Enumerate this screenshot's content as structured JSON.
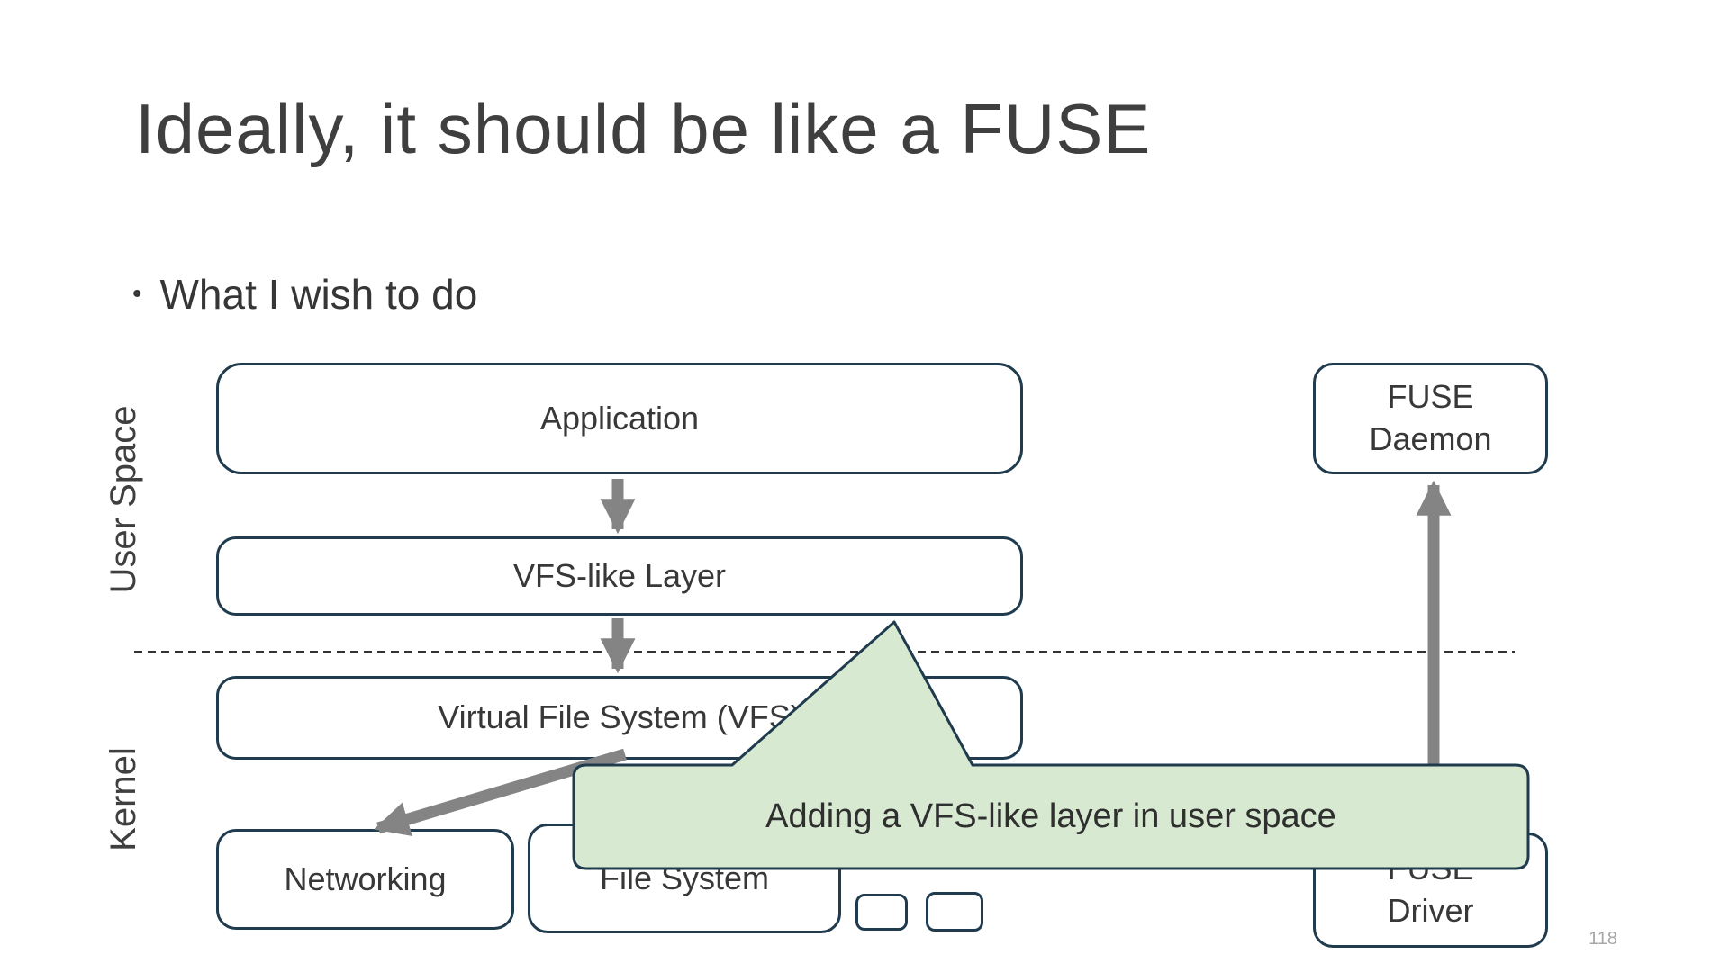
{
  "slide": {
    "title": "Ideally, it should be like a FUSE",
    "bullet_marker": "•",
    "bullet": "What I wish to do",
    "page_number": "118"
  },
  "labels": {
    "user_space": "User Space",
    "kernel": "Kernel"
  },
  "diagram": {
    "boxes": {
      "application": "Application",
      "vfs_like_layer": "VFS-like Layer",
      "vfs": "Virtual File System (VFS)",
      "networking": "Networking",
      "file_system": "File System",
      "fuse_daemon": "FUSE\nDaemon",
      "fuse_driver": "FUSE\nDriver"
    },
    "callout": {
      "text": "Adding a VFS-like layer in user space"
    },
    "arrows": [
      {
        "name": "application-to-vfs-like-layer",
        "direction": "down"
      },
      {
        "name": "vfs-like-layer-to-vfs",
        "direction": "down"
      },
      {
        "name": "vfs-to-networking",
        "direction": "down-left"
      },
      {
        "name": "fuse-driver-to-fuse-daemon",
        "direction": "up"
      }
    ],
    "colors": {
      "box_border": "#1f3b4d",
      "box_fill": "#ffffff",
      "callout_fill": "#d7e9d0",
      "arrow": "#848484",
      "divider": "#333333"
    }
  }
}
